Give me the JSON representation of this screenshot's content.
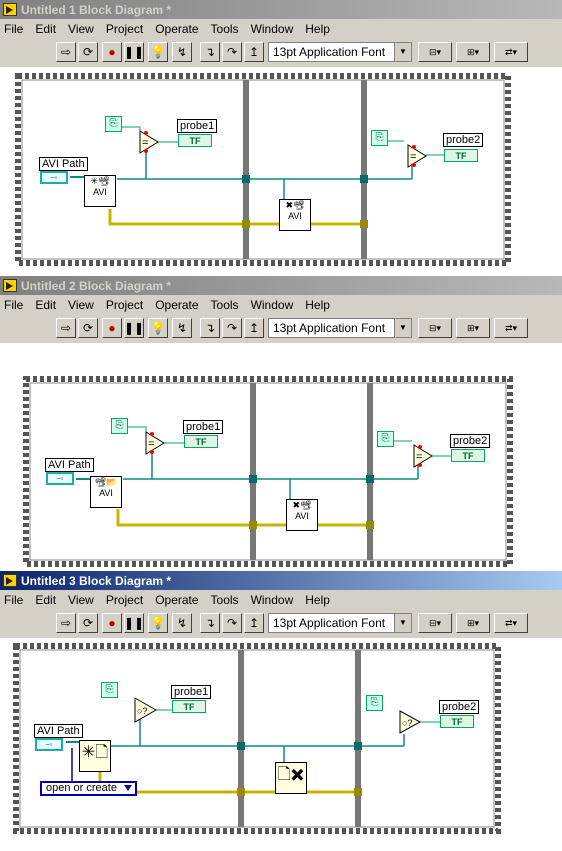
{
  "windows": [
    {
      "title": "Untitled 1 Block Diagram *",
      "active": false
    },
    {
      "title": "Untitled 2 Block Diagram *",
      "active": false
    },
    {
      "title": "Untitled 3 Block Diagram *",
      "active": true
    }
  ],
  "menu": [
    "File",
    "Edit",
    "View",
    "Project",
    "Operate",
    "Tools",
    "Window",
    "Help"
  ],
  "toolbar": {
    "font_label": "13pt Application Font"
  },
  "diagram": {
    "avi_path": "AVI Path",
    "probe1": "probe1",
    "probe2": "probe2",
    "tf": "TF",
    "avi": "AVI",
    "open_or_create": "open or create"
  },
  "colors": {
    "wire_green": "#0a8a8a",
    "wire_yellow": "#c8b400",
    "frame_gray": "#808080"
  }
}
